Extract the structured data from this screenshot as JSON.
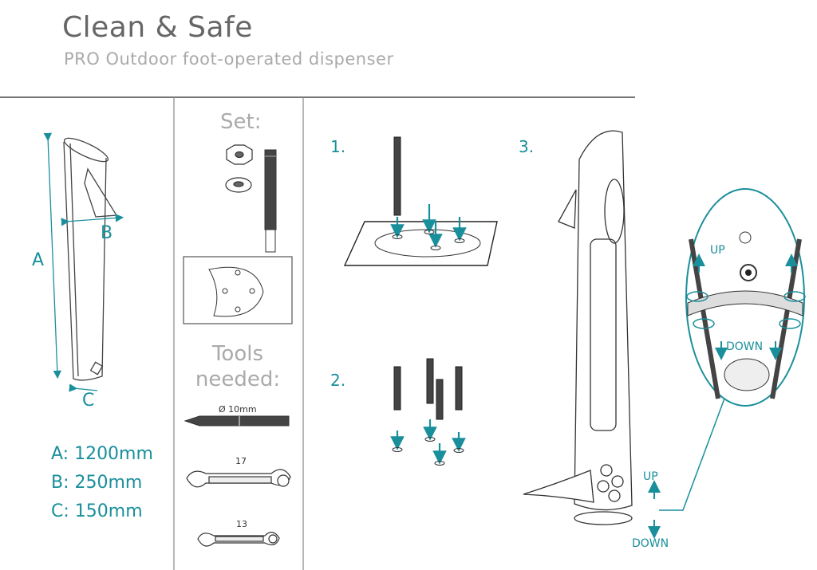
{
  "header": {
    "title": "Clean & Safe",
    "subtitle": "PRO Outdoor foot-operated dispenser"
  },
  "dimensions": {
    "label_a": "A",
    "label_b": "B",
    "label_c": "C",
    "spec_a": "A: 1200mm",
    "spec_b": "B: 250mm",
    "spec_c": "C: 150mm"
  },
  "set_panel": {
    "heading": "Set:",
    "tools_heading_line1": "Tools",
    "tools_heading_line2": "needed:",
    "drill_label": "Ø 10mm",
    "wrench_large_label": "17",
    "wrench_small_label": "13"
  },
  "steps": {
    "step1": "1.",
    "step2": "2.",
    "step3": "3."
  },
  "callouts": {
    "up_inset": "UP",
    "down_inset": "DOWN",
    "up_main": "UP",
    "down_main": "DOWN"
  },
  "colors": {
    "accent": "#1a8f9c",
    "line": "#555555",
    "heading_gray": "#666666"
  }
}
